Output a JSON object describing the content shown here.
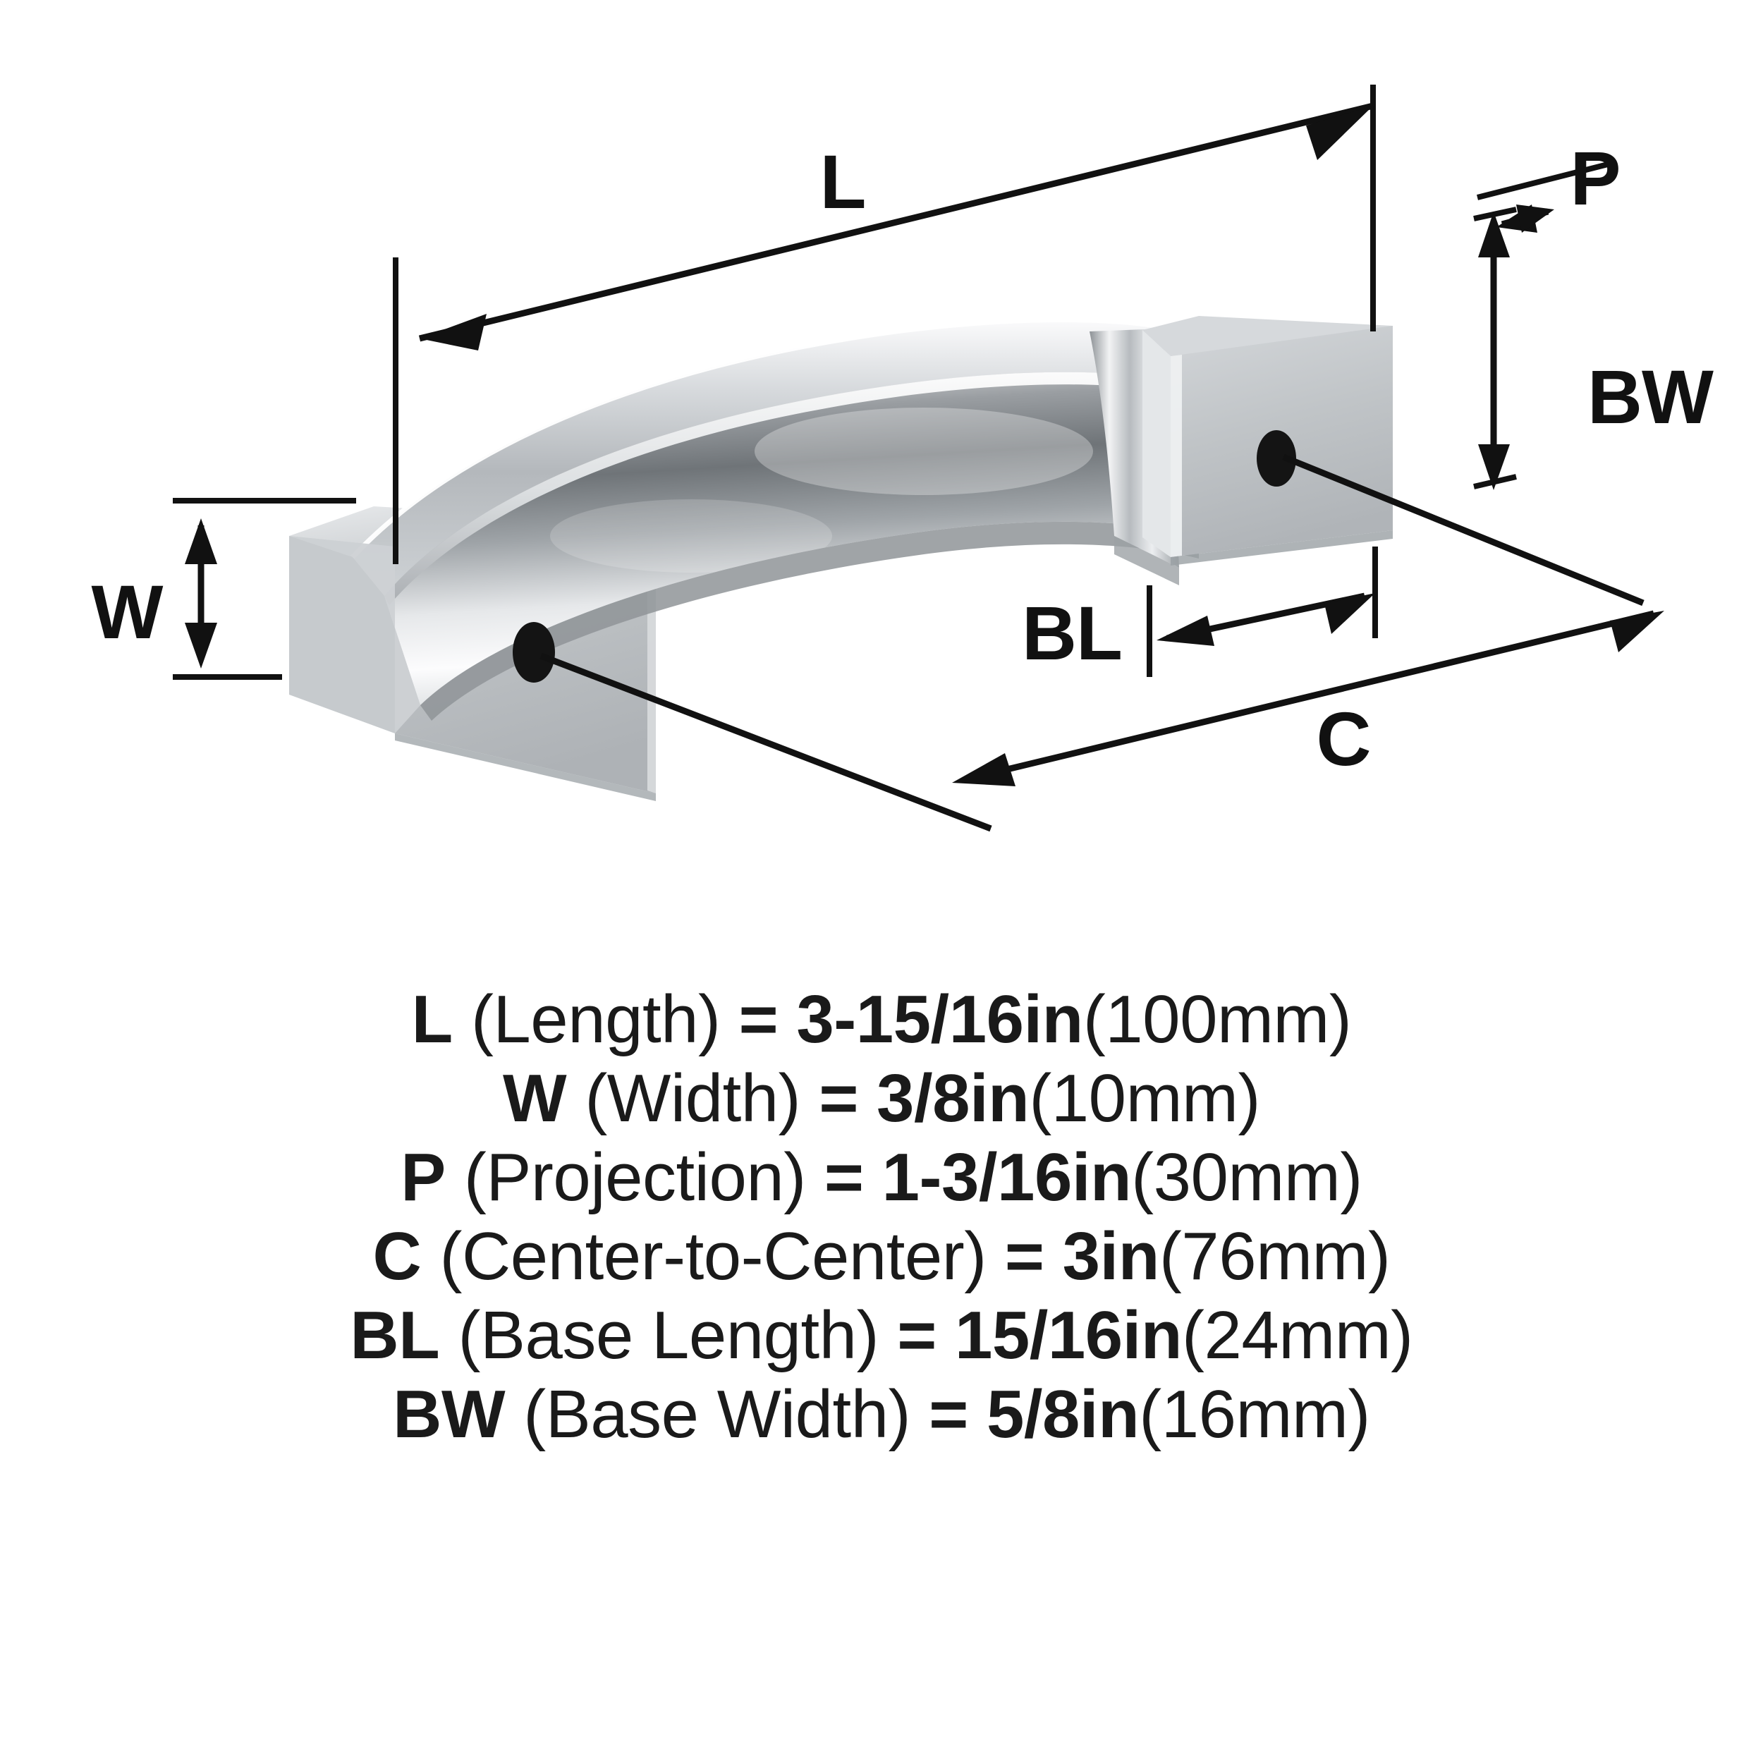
{
  "diagram": {
    "title": "Cabinet pull dimension diagram",
    "product": "arched square-base cabinet pull",
    "finish_color": "#b9bdc0",
    "line_color": "#111111",
    "background": "#ffffff",
    "callouts": [
      {
        "key": "L",
        "label": "L",
        "name": "length-dimension"
      },
      {
        "key": "W",
        "label": "W",
        "name": "width-dimension"
      },
      {
        "key": "P",
        "label": "P",
        "name": "projection-dimension"
      },
      {
        "key": "C",
        "label": "C",
        "name": "center-to-center-dimension"
      },
      {
        "key": "BL",
        "label": "BL",
        "name": "base-length-dimension"
      },
      {
        "key": "BW",
        "label": "BW",
        "name": "base-width-dimension"
      }
    ]
  },
  "specs": [
    {
      "symbol": "L",
      "name": "(Length)",
      "eq": "=",
      "imperial": "3-15/16in",
      "metric": "(100mm)"
    },
    {
      "symbol": "W",
      "name": "(Width)",
      "eq": "=",
      "imperial": "3/8in",
      "metric": "(10mm)"
    },
    {
      "symbol": "P",
      "name": "(Projection)",
      "eq": "=",
      "imperial": "1-3/16in",
      "metric": "(30mm)"
    },
    {
      "symbol": "C",
      "name": "(Center-to-Center)",
      "eq": "=",
      "imperial": "3in",
      "metric": "(76mm)"
    },
    {
      "symbol": "BL",
      "name": "(Base Length)",
      "eq": "=",
      "imperial": "15/16in",
      "metric": "(24mm)"
    },
    {
      "symbol": "BW",
      "name": "(Base Width)",
      "eq": "=",
      "imperial": "5/8in",
      "metric": "(16mm)"
    }
  ]
}
